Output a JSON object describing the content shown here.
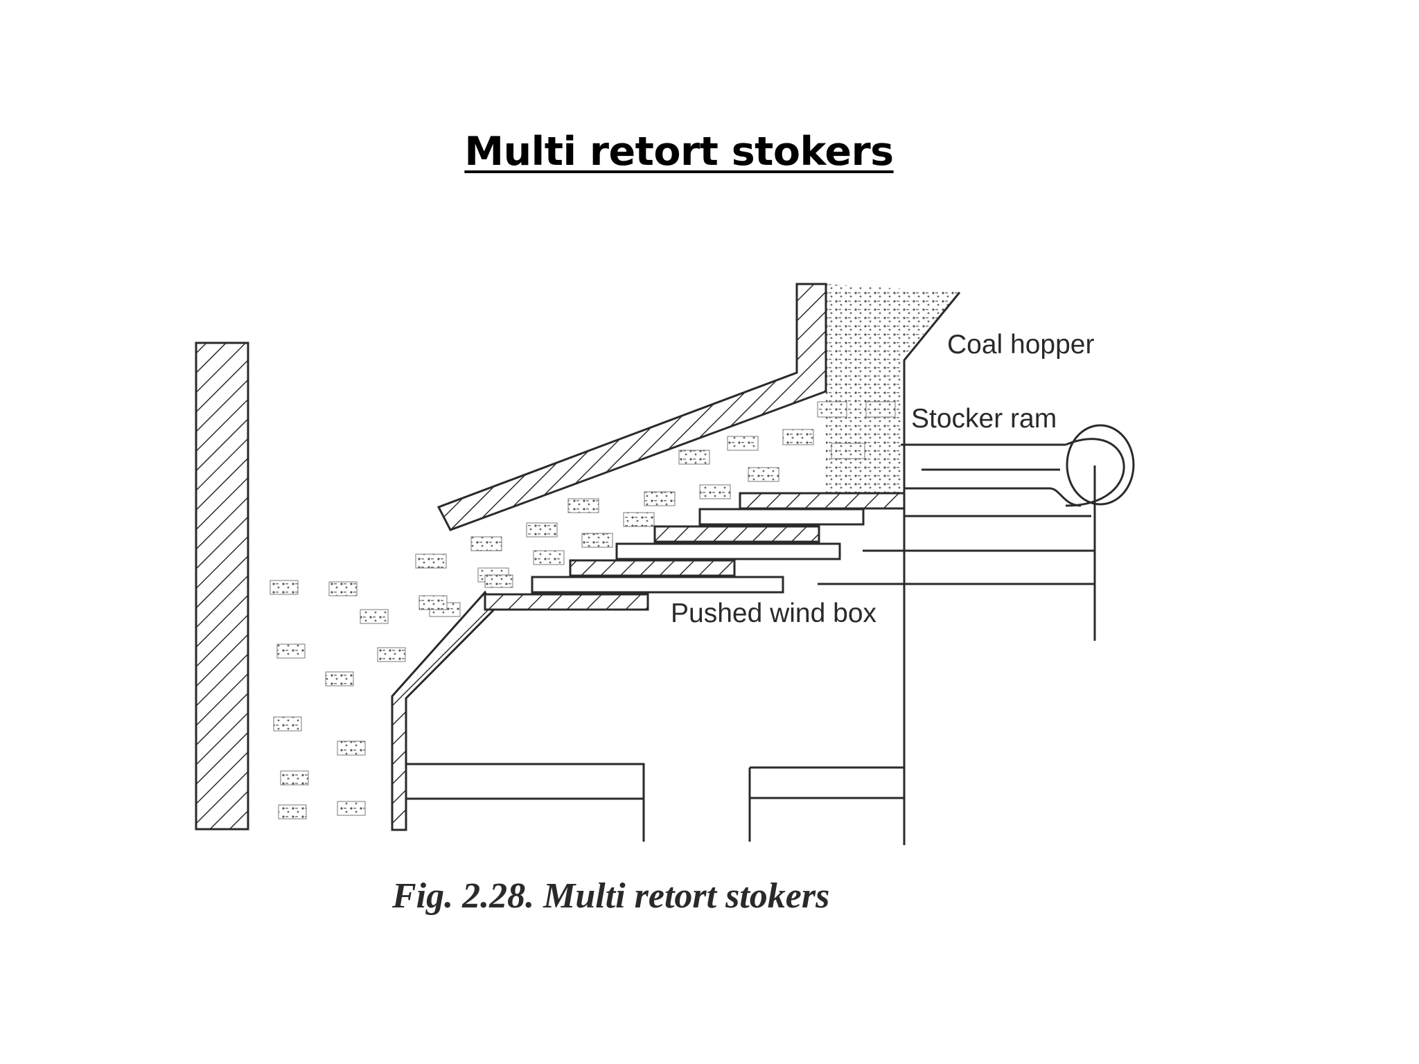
{
  "slide": {
    "title": "Multi retort stokers"
  },
  "diagram": {
    "labels": {
      "coal_hopper": "Coal hopper",
      "stoker_ram": "Stocker ram",
      "wind_box": "Pushed wind box"
    },
    "caption": "Fig. 2.28. Multi retort stokers"
  },
  "colors": {
    "ink": "#2a2a2a",
    "background": "#ffffff"
  }
}
